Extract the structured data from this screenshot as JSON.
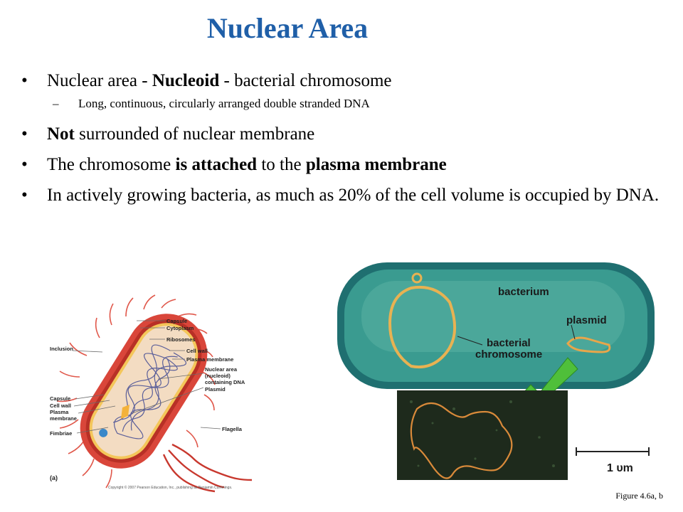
{
  "slide": {
    "title": "Nuclear Area",
    "bullets": {
      "b1": {
        "pre": "Nuclear area - ",
        "bold": "Nucleoid",
        "post": " - bacterial chromosome"
      },
      "sub1": "Long, continuous, circularly arranged double stranded DNA",
      "b2": {
        "bold": "Not",
        "post": " surrounded of nuclear membrane"
      },
      "b3": {
        "pre": "The chromosome ",
        "bold1": "is attached",
        "mid": " to the ",
        "bold2": "plasma membrane"
      },
      "b4": "In actively growing bacteria, as much as 20% of the cell volume is occupied by DNA."
    },
    "caption": "Figure 4.6a, b"
  },
  "figure_left": {
    "labels": {
      "capsule": "Capsule",
      "cytoplasm": "Cytoplasm",
      "ribosomes": "Ribosomes",
      "inclusion": "Inclusion",
      "cell_wall": "Cell wall",
      "plasma_membrane": "Plasma membrane",
      "nuclear_area_1": "Nuclear area",
      "nuclear_area_2": "(nucleoid)",
      "nuclear_area_3": "containing DNA",
      "plasmid": "Plasmid",
      "capsule_left": "Capsule",
      "cell_wall_left": "Cell wall",
      "plasma_left_1": "Plasma",
      "plasma_left_2": "membrane",
      "fimbriae": "Fimbriae",
      "flagella": "Flagella",
      "panel": "(a)",
      "copyright": "Copyright © 2007 Pearson Education, Inc., publishing as Benjamin Cummings."
    }
  },
  "figure_right": {
    "labels": {
      "bacterium": "bacterium",
      "plasmid": "plasmid",
      "chromosome_1": "bacterial",
      "chromosome_2": "chromosome",
      "scale": "1 υm"
    }
  },
  "colors": {
    "title": "#1f5fa8",
    "cell_fill": "#e9b98a",
    "cell_outer": "#d9463a",
    "bacterium_fill": "#2f8c87",
    "arrow": "#4fbf3a"
  }
}
